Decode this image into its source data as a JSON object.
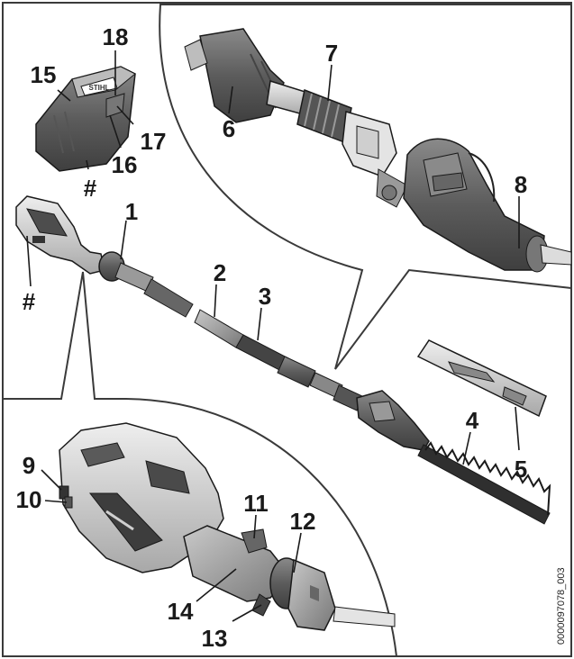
{
  "callouts": {
    "c1": "1",
    "c2": "2",
    "c3": "3",
    "c4": "4",
    "c5": "5",
    "c6": "6",
    "c7": "7",
    "c8": "8",
    "c9": "9",
    "c10": "10",
    "c11": "11",
    "c12": "12",
    "c13": "13",
    "c14": "14",
    "c15": "15",
    "c16": "16",
    "c17": "17",
    "c18": "18",
    "hash_battery": "#",
    "hash_handle": "#"
  },
  "figure_id": "0000097078_003",
  "battery_brand": "STIHL",
  "colors": {
    "frame": "#3a3a3a",
    "part_dark": "#6d6d6d",
    "part_mid": "#9a9a9a",
    "part_light": "#d0d0d0",
    "line": "#1a1a1a"
  }
}
